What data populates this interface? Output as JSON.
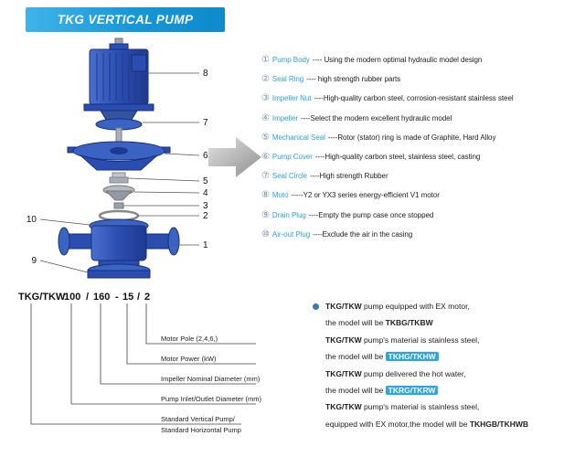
{
  "banner": {
    "title": "TKG VERTICAL PUMP"
  },
  "colors": {
    "accent_blue": "#29a3dc",
    "banner_blue": "#1597d8",
    "badge_blue": "#2ba6de",
    "pump_blue": "#2b4db0"
  },
  "diagram": {
    "callouts": [
      "8",
      "7",
      "6",
      "5",
      "4",
      "3",
      "2",
      "1",
      "10",
      "9"
    ]
  },
  "parts": [
    {
      "num": "①",
      "name": "Pump Body",
      "desc": "---- Using the modern optimal hydraulic model design"
    },
    {
      "num": "②",
      "name": "Seal Ring",
      "desc": "---- high strength rubber parts"
    },
    {
      "num": "③",
      "name": "Impeller Nut",
      "desc": "----High-quality carbon steel, corrosion-resistant stainless steel"
    },
    {
      "num": "④",
      "name": "Impeller",
      "desc": "----Select the modern excellent hydraulic model"
    },
    {
      "num": "⑤",
      "name": "Mechanical Seal",
      "desc": "----Rotor (stator) ring is made of Graphite, Hard Alloy"
    },
    {
      "num": "⑥",
      "name": "Pump Cover",
      "desc": "----High-quality carbon steel, stainless steel, casting"
    },
    {
      "num": "⑦",
      "name": "Seal Circle",
      "desc": "----High strength Rubber"
    },
    {
      "num": "⑧",
      "name": "Moto",
      "desc": "-----Y2 or YX3 series energy-efficient V1 motor"
    },
    {
      "num": "⑨",
      "name": "Drain Plug",
      "desc": "----Empty the pump case once stopped"
    },
    {
      "num": "⑩",
      "name": "Air-out Plug",
      "desc": "----Exclude the air in the casing"
    }
  ],
  "model_code": {
    "series": "TKG/TKW",
    "inlet": "100",
    "sep1": "/",
    "diameter": "160",
    "sep2": "-",
    "power": "15",
    "sep3": "/",
    "pole": "2",
    "labels": {
      "pole": "Motor Pole (2,4,6,)",
      "power": "Motor Power  (kW)",
      "diameter": "Impeller Nominal Diameter (mm)",
      "inlet": "Pump Inlet/Outlet Diameter (mm)",
      "series1": "Standard Vertical Pump/",
      "series2": "Standard  Horizontal Pump"
    }
  },
  "notes": {
    "lines": [
      {
        "lead": "TKG/TKW",
        "text": " pump equipped with EX motor,"
      },
      {
        "text": "the model will be ",
        "model": "TKBG/TKBW"
      },
      {
        "lead": "TKG/TKW",
        "text": " pump's material is stainless steel,"
      },
      {
        "text": "the model will be ",
        "model": "TKHG/TKHW"
      },
      {
        "lead": "TKG/TKW",
        "text": " pump delivered the hot water,"
      },
      {
        "text": "the model will be ",
        "model": "TKRG/TKRW"
      },
      {
        "lead": "TKG/TKW",
        "text": " pump's material is stainless steel,"
      },
      {
        "text": "equipped with EX motor,the model will be ",
        "model": "TKHGB/TKHWB"
      }
    ]
  }
}
